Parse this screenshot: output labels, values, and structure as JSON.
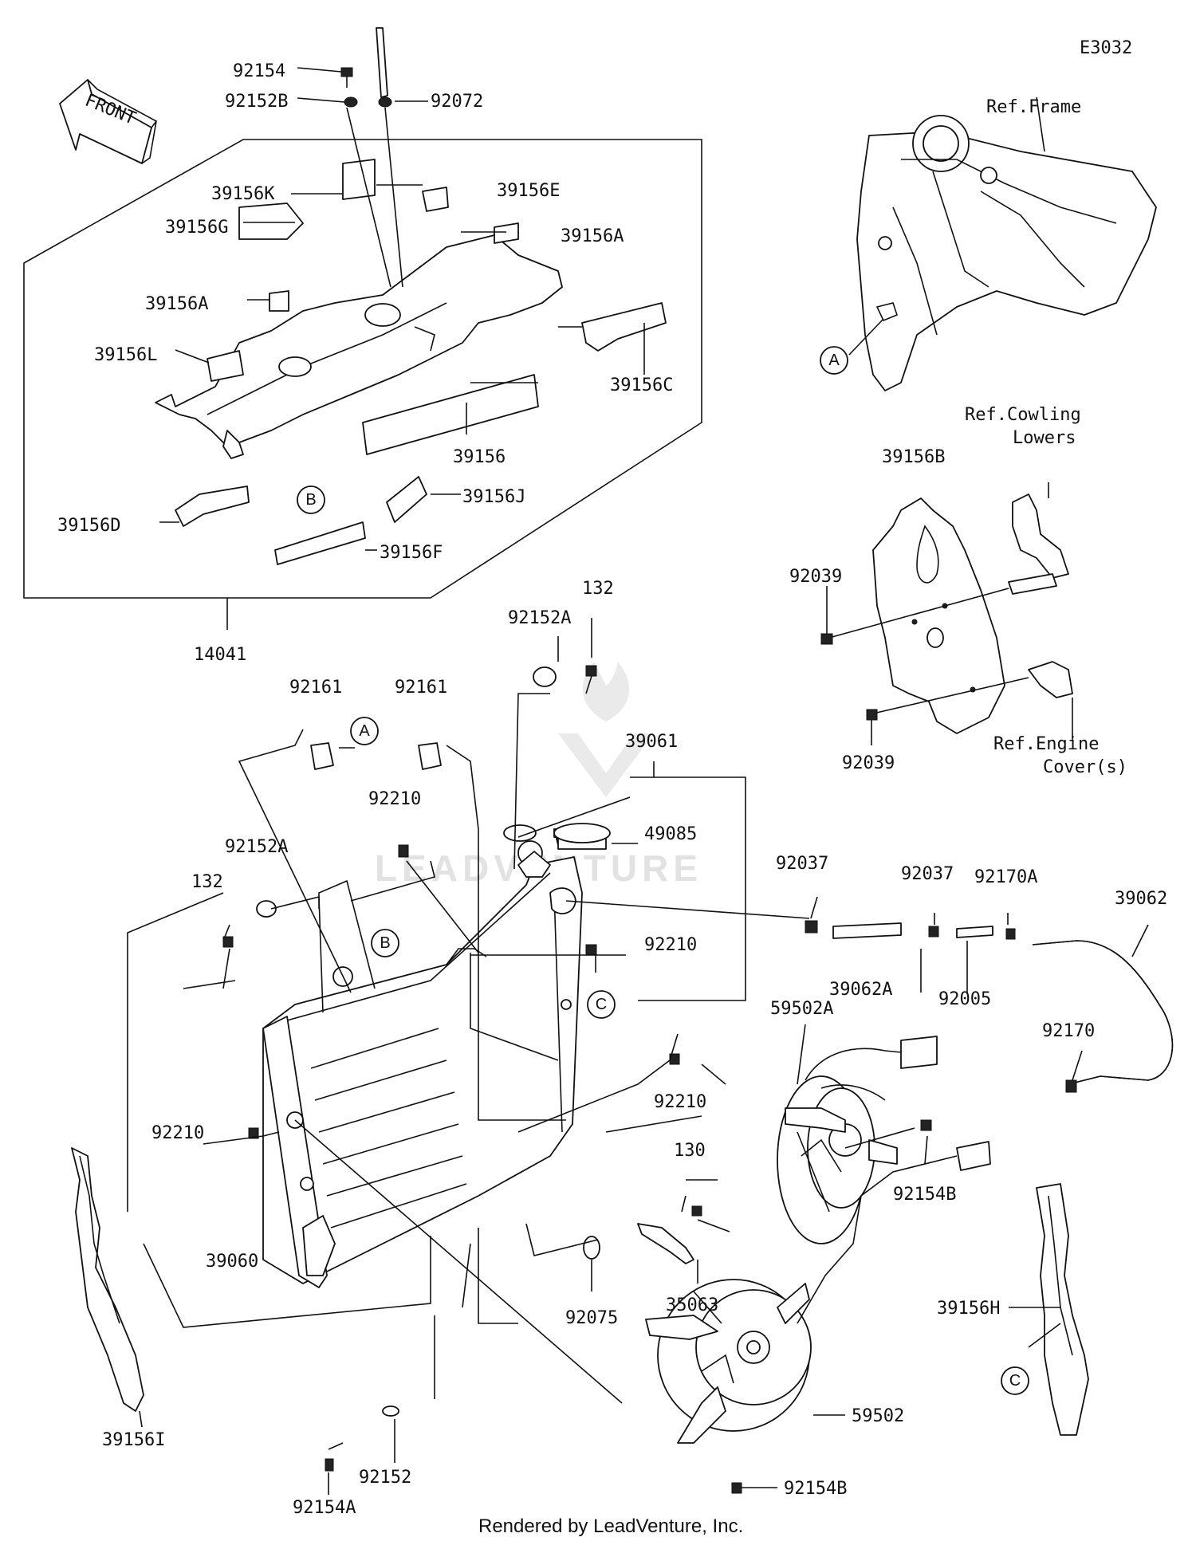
{
  "diagram_code": "E3032",
  "front_label": "FRONT",
  "footer": "Rendered by LeadVenture, Inc.",
  "watermark": "LEADVENTURE",
  "refs": {
    "frame": "Ref.Frame",
    "cowling_1": "Ref.Cowling",
    "cowling_2": "Lowers",
    "engine_1": "Ref.Engine",
    "engine_2": "Cover(s)"
  },
  "callouts": [
    "A",
    "B",
    "C"
  ],
  "parts": [
    "92154",
    "92152B",
    "92072",
    "39156K",
    "39156E",
    "39156G",
    "39156A",
    "39156A",
    "39156L",
    "39156C",
    "39156",
    "39156D",
    "39156J",
    "39156F",
    "14041",
    "39156B",
    "92039",
    "92039",
    "92152A",
    "132",
    "92161",
    "92161",
    "39061",
    "49085",
    "92210",
    "92152A",
    "132",
    "92210",
    "92037",
    "92037",
    "92170A",
    "39062",
    "39062A",
    "92005",
    "92170",
    "59502A",
    "92210",
    "92210",
    "92154B",
    "130",
    "39060",
    "92075",
    "35063",
    "39156H",
    "59502",
    "39156I",
    "92152",
    "92154A",
    "92154B"
  ]
}
